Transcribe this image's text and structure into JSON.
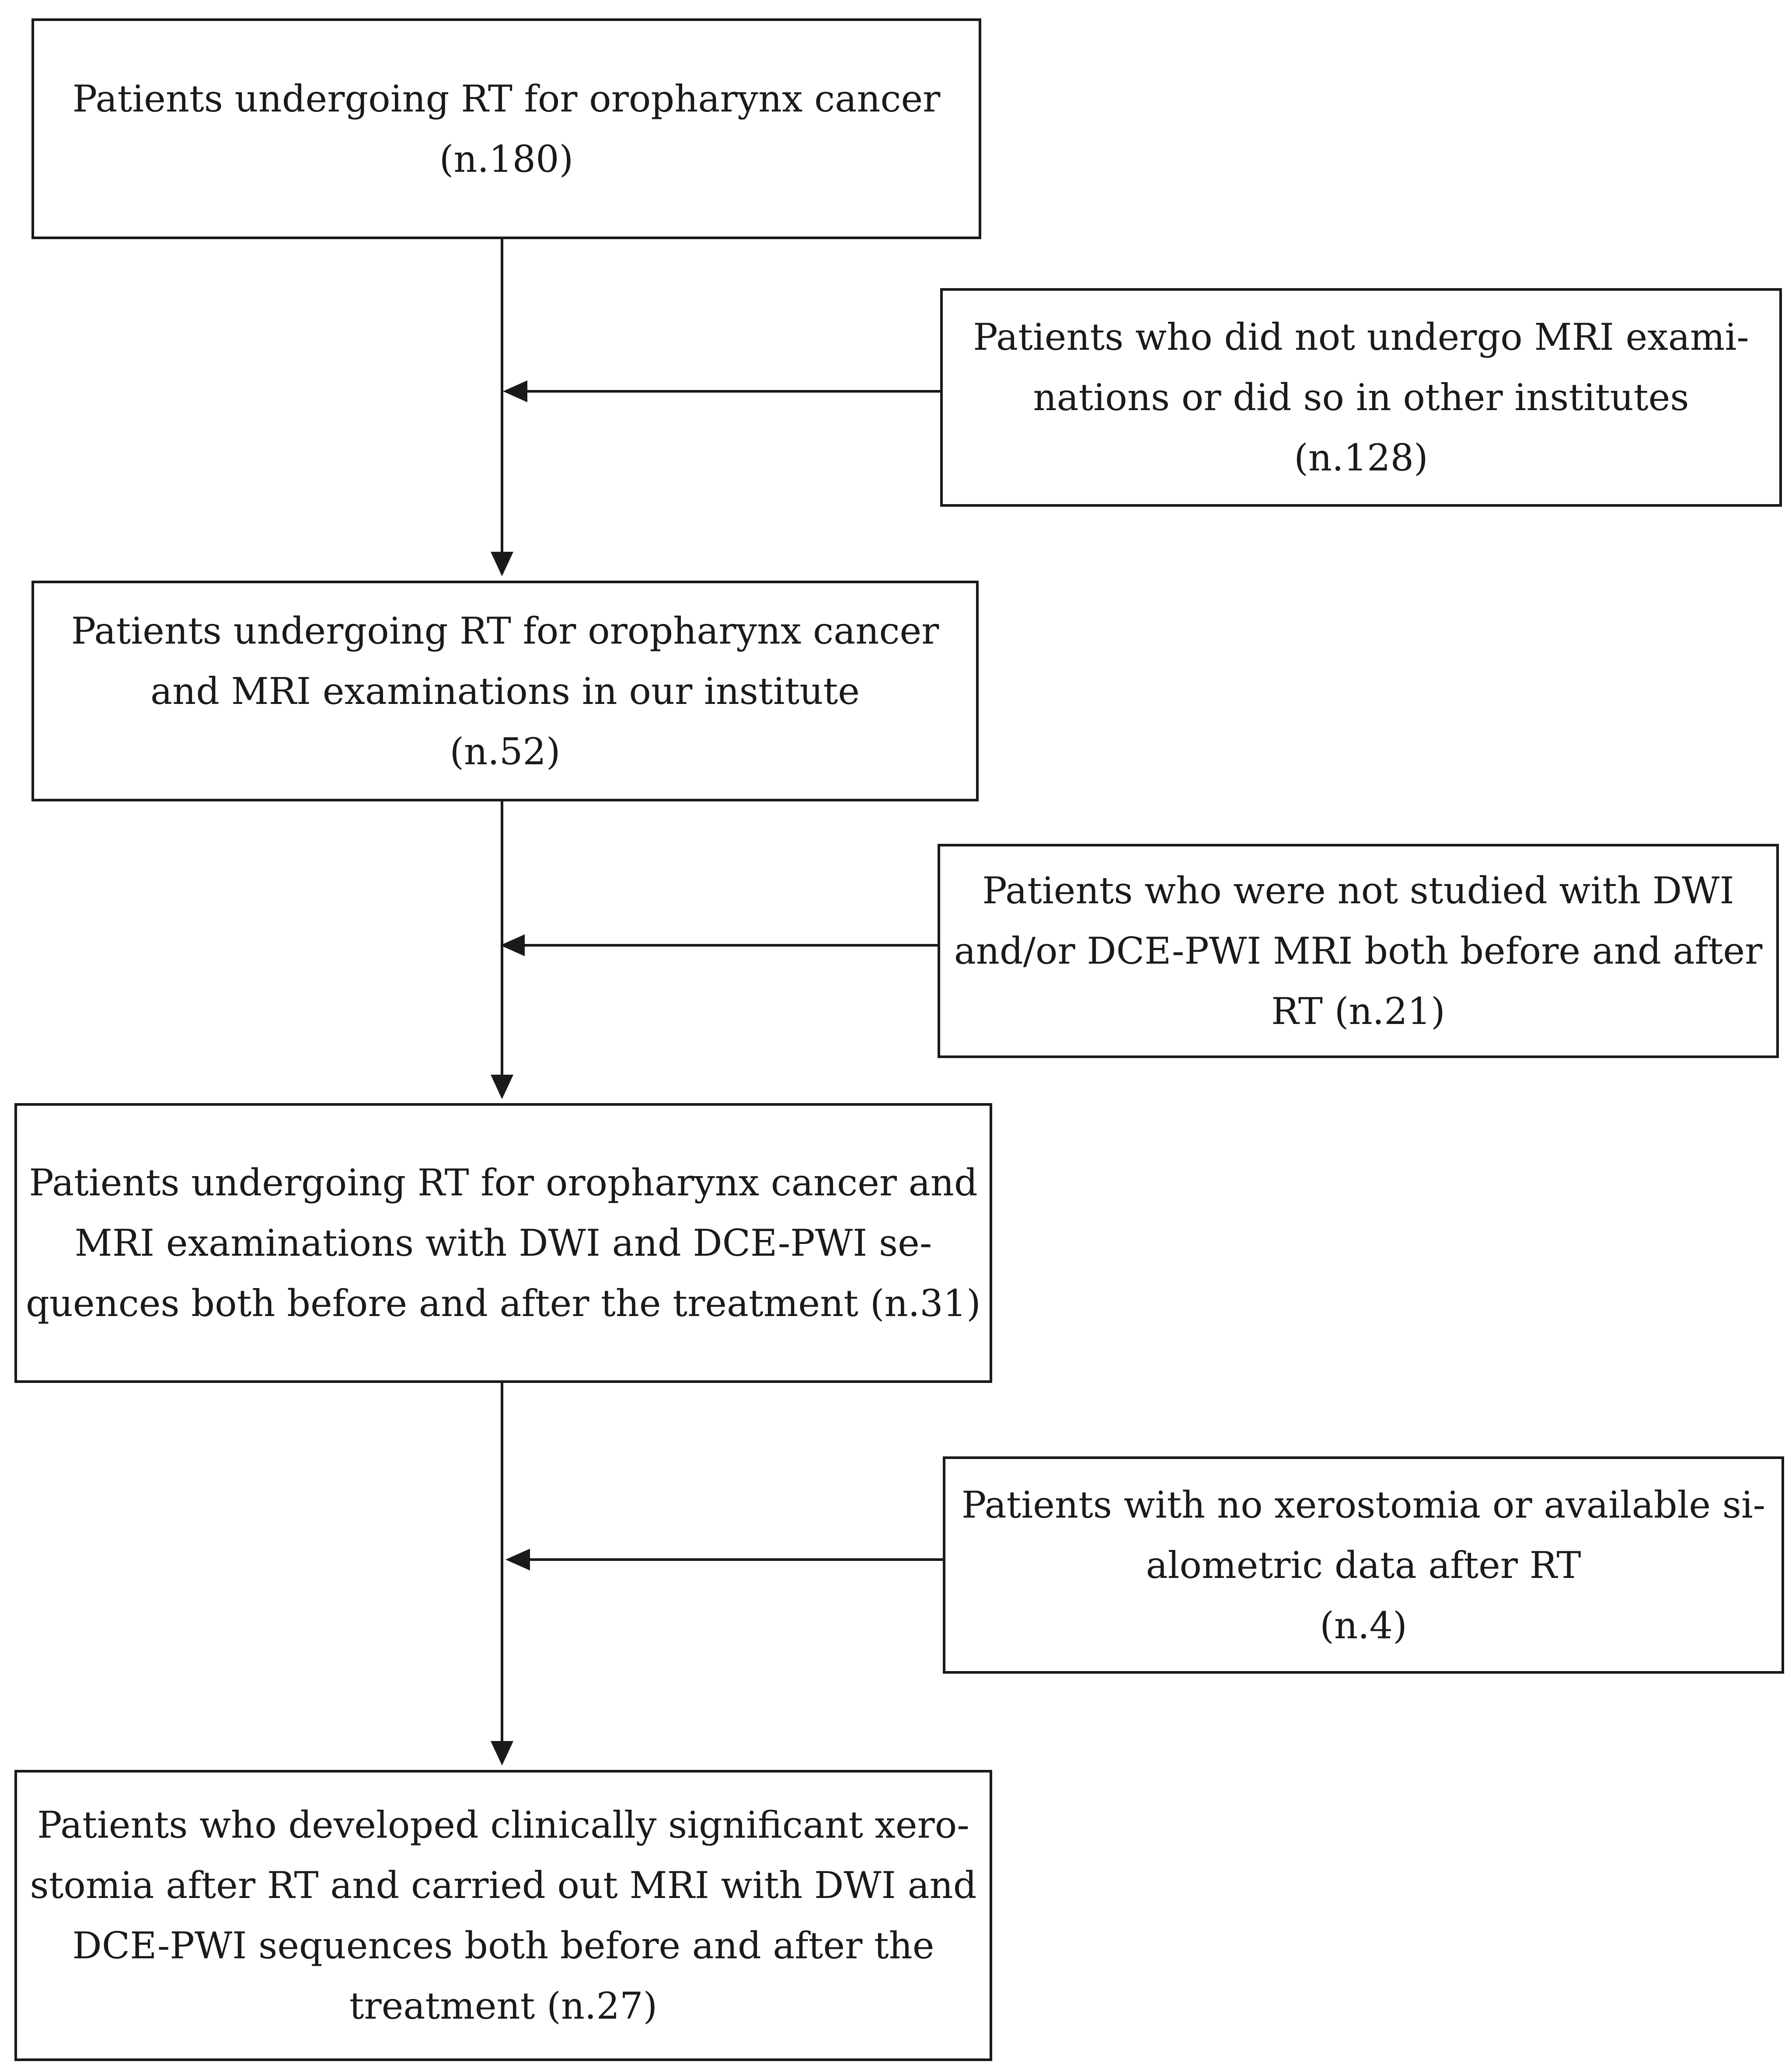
{
  "flow": {
    "main": [
      {
        "lines": [
          "Patients undergoing RT for oropharynx cancer",
          "(n.180)"
        ]
      },
      {
        "lines": [
          "Patients undergoing RT for oropharynx cancer",
          "and MRI examinations in our institute",
          "(n.52)"
        ]
      },
      {
        "lines": [
          "Patients undergoing RT for oropharynx cancer and",
          "MRI examinations with DWI and DCE-PWI se-",
          "quences both before and after the treatment (n.31)"
        ]
      },
      {
        "lines": [
          "Patients who developed clinically significant xero-",
          "stomia after RT and carried out MRI with DWI and",
          "DCE-PWI sequences both before and after the",
          "treatment (n.27)"
        ]
      }
    ],
    "excluded": [
      {
        "lines": [
          "Patients who did not undergo MRI exami-",
          "nations or did so in other institutes",
          "(n.128)"
        ]
      },
      {
        "lines": [
          "Patients who were not studied with DWI",
          "and/or DCE-PWI MRI both before and after",
          "RT (n.21)"
        ]
      },
      {
        "lines": [
          "Patients with no xerostomia or available si-",
          "alometric data after RT",
          "(n.4)"
        ]
      }
    ]
  },
  "colors": {
    "stroke": "#1a1a1a",
    "background": "#ffffff"
  }
}
